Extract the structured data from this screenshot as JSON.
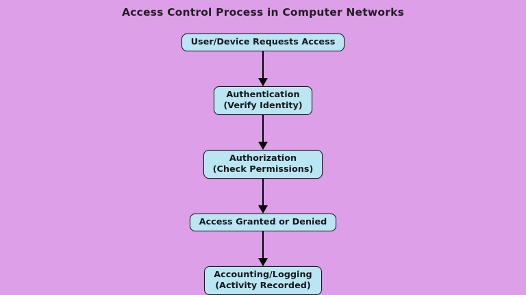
{
  "diagram": {
    "title": "Access Control Process in Computer Networks",
    "nodes": [
      {
        "id": "request",
        "label": "User/Device Requests Access"
      },
      {
        "id": "authentication",
        "label": "Authentication\n(Verify Identity)"
      },
      {
        "id": "authorization",
        "label": "Authorization\n(Check Permissions)"
      },
      {
        "id": "decision",
        "label": "Access Granted or Denied"
      },
      {
        "id": "accounting",
        "label": "Accounting/Logging\n(Activity Recorded)"
      }
    ]
  },
  "colors": {
    "background": "#dd9fe8",
    "node_fill": "#b9e6f2",
    "node_border": "#16161d",
    "node_text": "#16161d",
    "title_text": "#1f1f1f",
    "arrow": "#000000"
  }
}
